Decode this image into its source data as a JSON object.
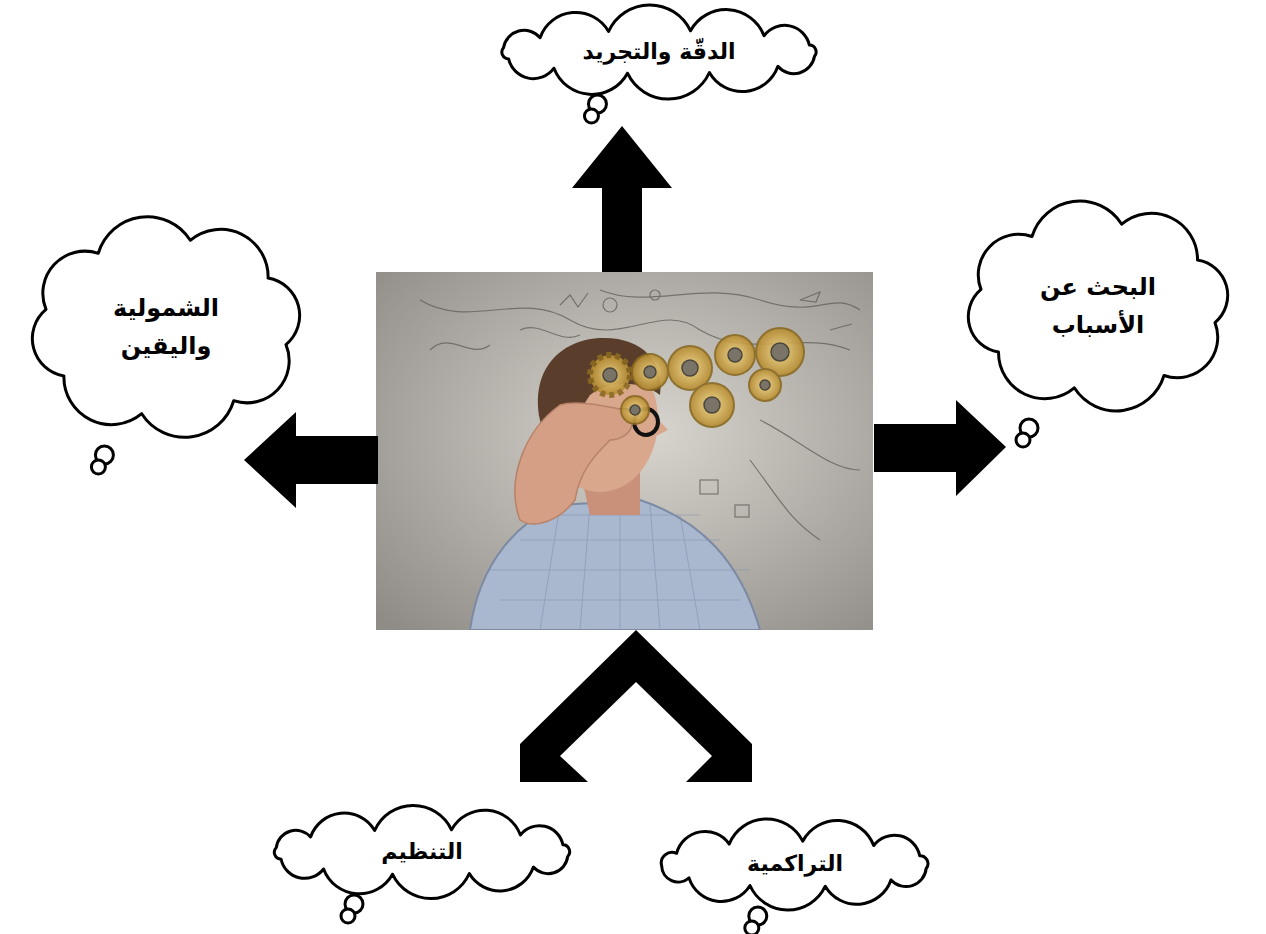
{
  "diagram": {
    "nodes": [
      {
        "text": [
          "الدقّة والتجريد"
        ]
      },
      {
        "text": [
          "البحث عن الأسباب"
        ]
      },
      {
        "text": [
          "الشمولية واليقين"
        ]
      },
      {
        "text": [
          "التراكمية"
        ]
      },
      {
        "text": [
          "التنظيم"
        ]
      }
    ]
  }
}
